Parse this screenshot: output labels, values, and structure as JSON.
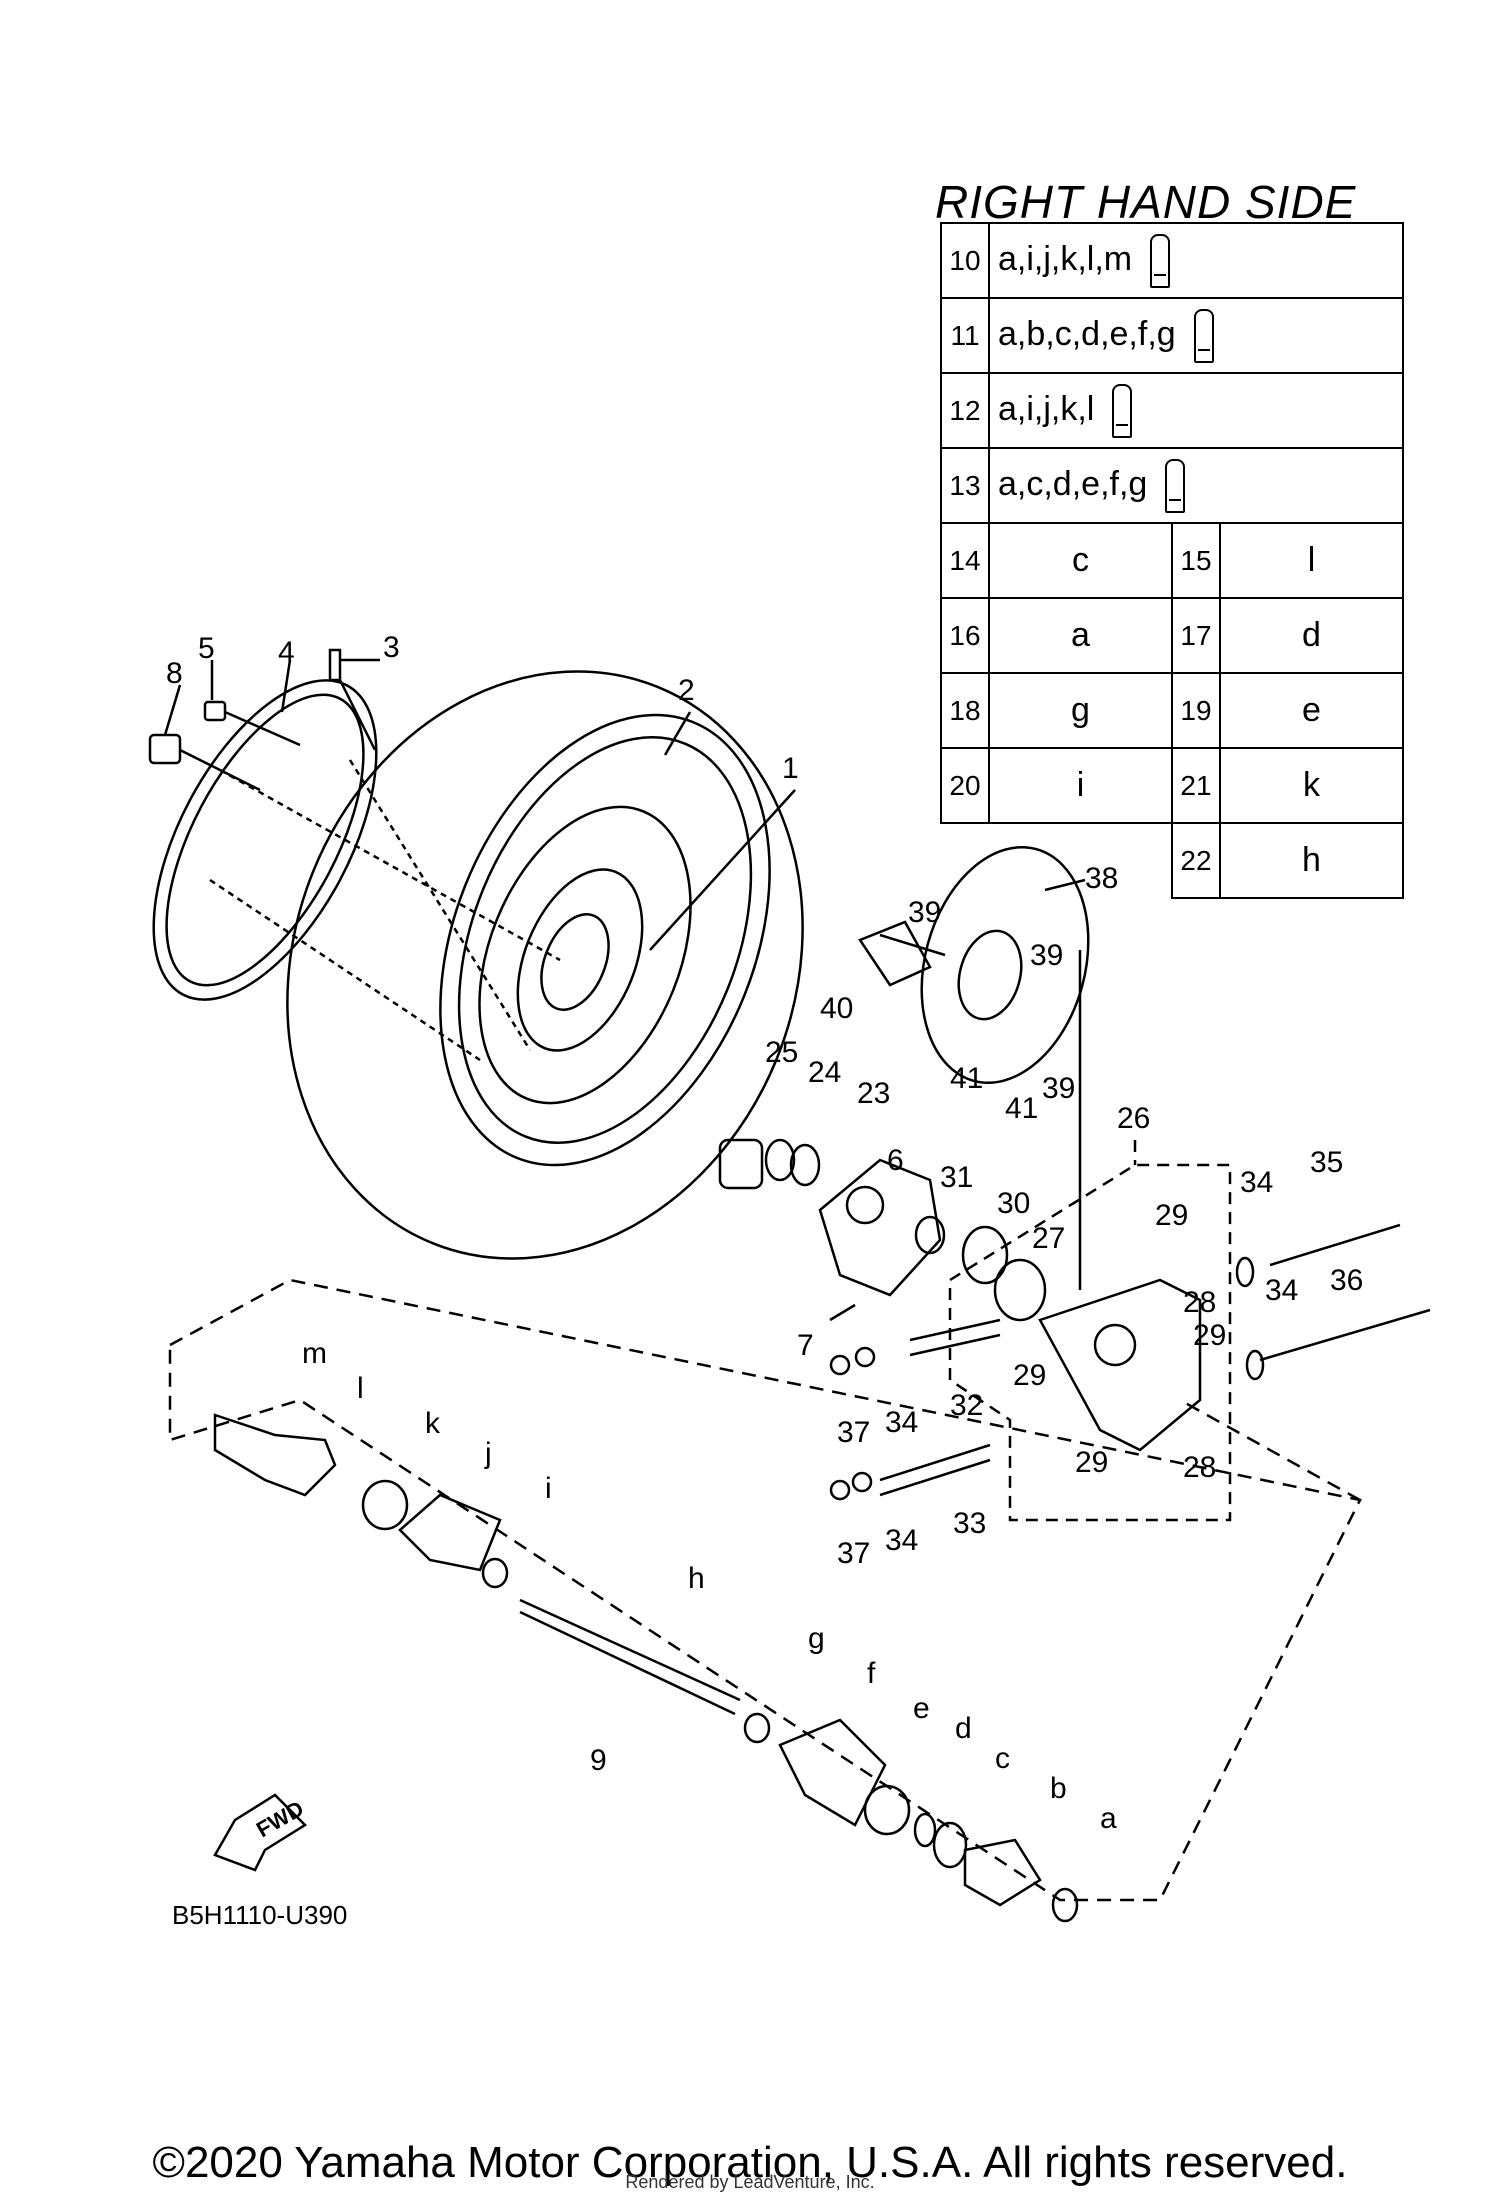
{
  "table": {
    "title": "RIGHT HAND SIDE",
    "wide_rows": [
      {
        "num": "10",
        "letters": "a,i,j,k,l,m"
      },
      {
        "num": "11",
        "letters": "a,b,c,d,e,f,g"
      },
      {
        "num": "12",
        "letters": "a,i,j,k,l"
      },
      {
        "num": "13",
        "letters": "a,c,d,e,f,g"
      }
    ],
    "pair_rows": [
      {
        "n1": "14",
        "v1": "c",
        "n2": "15",
        "v2": "l"
      },
      {
        "n1": "16",
        "v1": "a",
        "n2": "17",
        "v2": "d"
      },
      {
        "n1": "18",
        "v1": "g",
        "n2": "19",
        "v2": "e"
      },
      {
        "n1": "20",
        "v1": "i",
        "n2": "21",
        "v2": "k"
      },
      {
        "n1": "",
        "v1": "",
        "n2": "22",
        "v2": "h"
      }
    ]
  },
  "callouts": {
    "c1": "1",
    "c2": "2",
    "c3": "3",
    "c4": "4",
    "c5": "5",
    "c6": "6",
    "c7": "7",
    "c8": "8",
    "c9": "9",
    "c23": "23",
    "c24": "24",
    "c25": "25",
    "c26": "26",
    "c27": "27",
    "c28a": "28",
    "c28b": "28",
    "c29a": "29",
    "c29b": "29",
    "c29c": "29",
    "c29d": "29",
    "c30": "30",
    "c31": "31",
    "c32": "32",
    "c33": "33",
    "c34a": "34",
    "c34b": "34",
    "c34c": "34",
    "c34d": "34",
    "c35": "35",
    "c36": "36",
    "c37a": "37",
    "c37b": "37",
    "c38": "38",
    "c39a": "39",
    "c39b": "39",
    "c39c": "39",
    "c40": "40",
    "c41a": "41",
    "c41b": "41",
    "ca": "a",
    "cb": "b",
    "cc": "c",
    "cd": "d",
    "ce": "e",
    "cf": "f",
    "cg": "g",
    "ch": "h",
    "ci": "i",
    "cj": "j",
    "ck": "k",
    "cl": "l",
    "cm": "m"
  },
  "fwd_label": "FWD",
  "diagram_code": "B5H1110-U390",
  "copyright": "©2020 Yamaha Motor Corporation, U.S.A. All rights reserved.",
  "rendered_by": "Rendered by LeadVenture, Inc."
}
